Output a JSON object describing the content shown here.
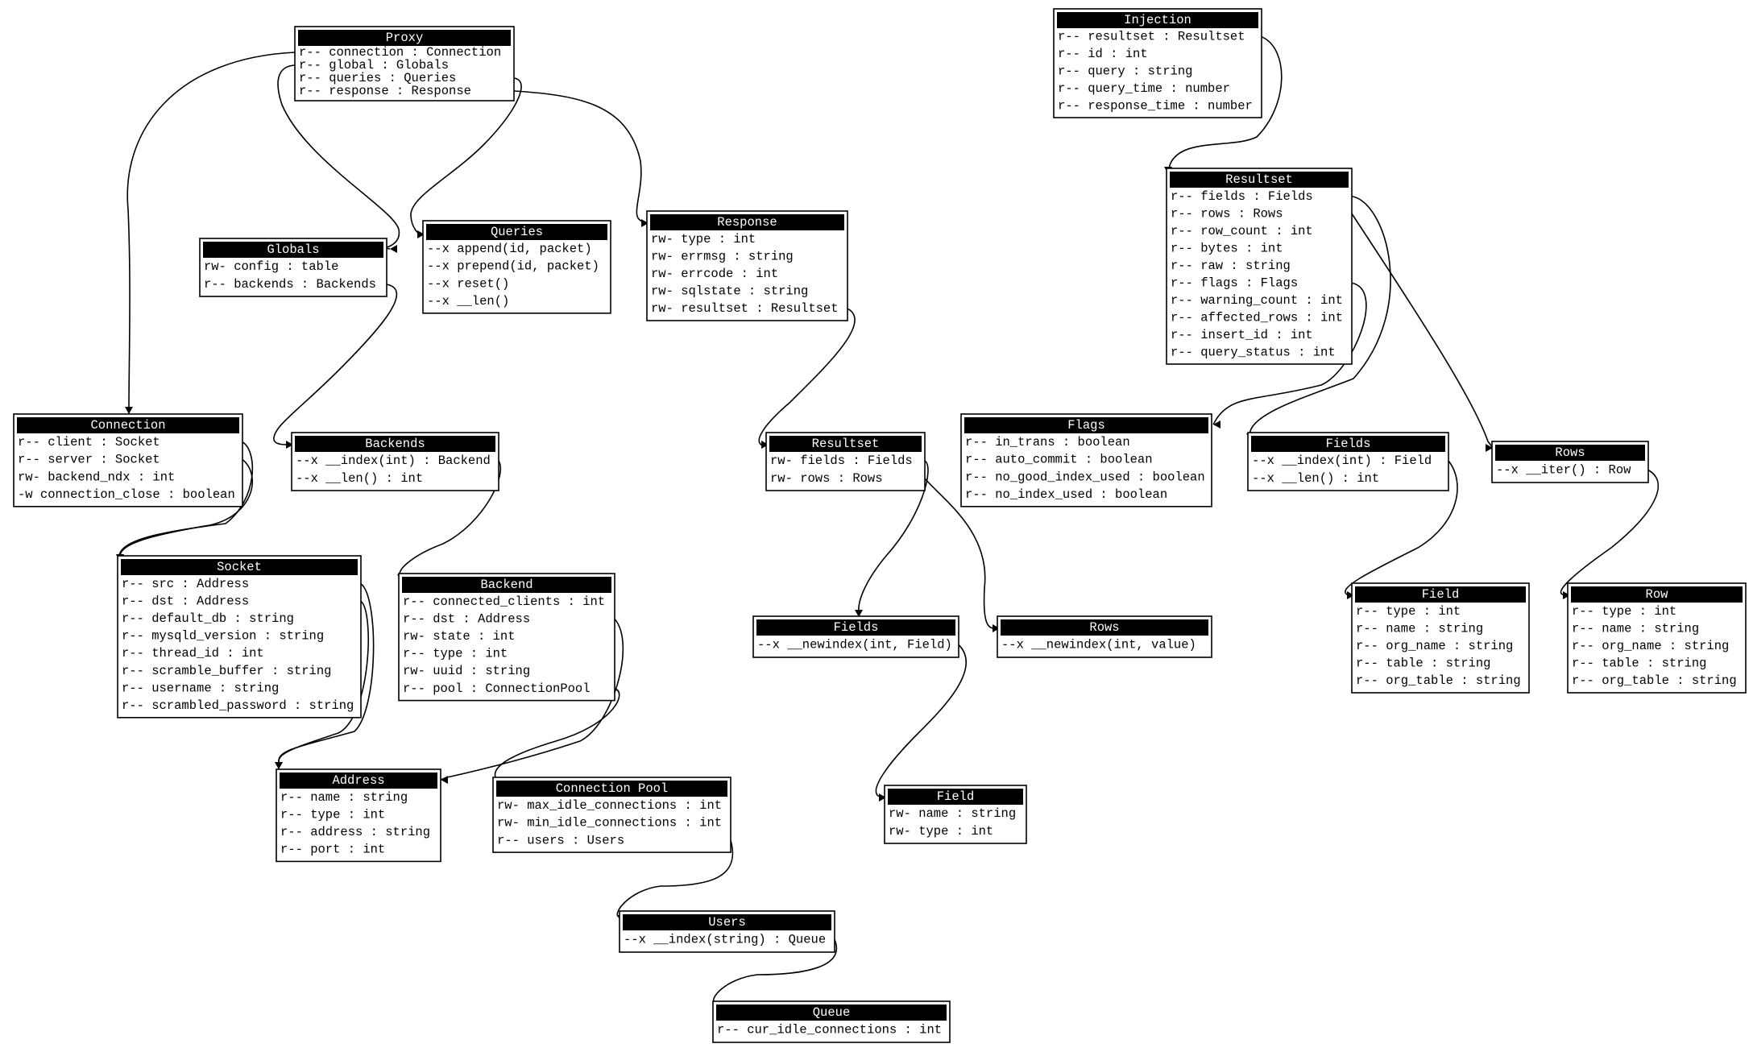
{
  "diagram": {
    "nodes": [
      {
        "id": "proxy",
        "title": "Proxy",
        "fields": [
          "r-- connection :  Connection",
          "r-- global :  Globals",
          "r-- queries : Queries",
          "r-- response : Response"
        ]
      },
      {
        "id": "injection",
        "title": "Injection",
        "fields": [
          "r-- resultset : Resultset",
          "r-- id : int",
          "r-- query : string",
          "r-- query_time : number",
          "r-- response_time : number"
        ]
      },
      {
        "id": "globals",
        "title": "Globals",
        "fields": [
          "rw- config : table",
          "r-- backends : Backends"
        ]
      },
      {
        "id": "queries",
        "title": "Queries",
        "fields": [
          "--x append(id, packet)",
          "--x prepend(id, packet)",
          "--x reset()",
          "--x __len()"
        ]
      },
      {
        "id": "response",
        "title": "Response",
        "fields": [
          "rw- type : int",
          "rw- errmsg : string",
          "rw- errcode : int",
          "rw- sqlstate : string",
          "rw- resultset : Resultset"
        ]
      },
      {
        "id": "resultset-injection",
        "title": "Resultset",
        "fields": [
          "r-- fields : Fields",
          "r-- rows : Rows",
          "r-- row_count : int",
          "r-- bytes : int",
          "r-- raw : string",
          "r-- flags : Flags",
          "r-- warning_count : int",
          "r-- affected_rows : int",
          "r-- insert_id : int",
          "r-- query_status : int"
        ]
      },
      {
        "id": "connection",
        "title": "Connection",
        "fields": [
          "r-- client : Socket",
          "r-- server : Socket",
          "rw- backend_ndx : int",
          "-w connection_close : boolean"
        ]
      },
      {
        "id": "backends",
        "title": "Backends",
        "fields": [
          "--x __index(int) : Backend",
          "--x __len() : int"
        ]
      },
      {
        "id": "resultset-response",
        "title": "Resultset",
        "fields": [
          "rw- fields : Fields",
          "rw- rows : Rows"
        ]
      },
      {
        "id": "flags",
        "title": "Flags",
        "fields": [
          "r-- in_trans : boolean",
          "r-- auto_commit : boolean",
          "r-- no_good_index_used : boolean",
          "r-- no_index_used : boolean"
        ]
      },
      {
        "id": "fields-read",
        "title": "Fields",
        "fields": [
          "--x __index(int) : Field",
          "--x __len() : int"
        ]
      },
      {
        "id": "rows-read",
        "title": "Rows",
        "fields": [
          "--x __iter() : Row"
        ]
      },
      {
        "id": "socket",
        "title": "Socket",
        "fields": [
          "r-- src : Address",
          "r-- dst : Address",
          "r-- default_db : string",
          "r-- mysqld_version : string",
          "r-- thread_id : int",
          "r-- scramble_buffer : string",
          "r-- username : string",
          "r-- scrambled_password : string"
        ]
      },
      {
        "id": "backend",
        "title": "Backend",
        "fields": [
          "r-- connected_clients : int",
          "r-- dst : Address",
          "rw- state : int",
          "r-- type : int",
          "rw- uuid : string",
          "r-- pool : ConnectionPool"
        ]
      },
      {
        "id": "fields-write",
        "title": "Fields",
        "fields": [
          "--x __newindex(int, Field)"
        ]
      },
      {
        "id": "rows-write",
        "title": "Rows",
        "fields": [
          "--x __newindex(int, value)"
        ]
      },
      {
        "id": "field-read",
        "title": "Field",
        "fields": [
          "r-- type : int",
          "r-- name : string",
          "r-- org_name : string",
          "r-- table : string",
          "r-- org_table : string"
        ]
      },
      {
        "id": "row",
        "title": "Row",
        "fields": [
          "r-- type : int",
          "r-- name : string",
          "r-- org_name : string",
          "r-- table : string",
          "r-- org_table : string"
        ]
      },
      {
        "id": "address",
        "title": "Address",
        "fields": [
          "r-- name : string",
          "r-- type : int",
          "r-- address : string",
          "r-- port : int"
        ]
      },
      {
        "id": "connection-pool",
        "title": "Connection Pool",
        "fields": [
          "rw- max_idle_connections : int",
          "rw- min_idle_connections : int",
          "r-- users : Users"
        ]
      },
      {
        "id": "field-write",
        "title": "Field",
        "fields": [
          "rw- name : string",
          "rw- type : int"
        ]
      },
      {
        "id": "users",
        "title": "Users",
        "fields": [
          "--x __index(string) : Queue"
        ]
      },
      {
        "id": "queue",
        "title": "Queue",
        "fields": [
          "r-- cur_idle_connections : int"
        ]
      }
    ],
    "edges": [
      {
        "from": "proxy",
        "field": 0,
        "to": "connection"
      },
      {
        "from": "proxy",
        "field": 1,
        "to": "globals"
      },
      {
        "from": "proxy",
        "field": 2,
        "to": "queries"
      },
      {
        "from": "proxy",
        "field": 3,
        "to": "response"
      },
      {
        "from": "globals",
        "field": 1,
        "to": "backends"
      },
      {
        "from": "response",
        "field": 4,
        "to": "resultset-response"
      },
      {
        "from": "injection",
        "field": 0,
        "to": "resultset-injection"
      },
      {
        "from": "resultset-injection",
        "field": 0,
        "to": "fields-read"
      },
      {
        "from": "resultset-injection",
        "field": 1,
        "to": "rows-read"
      },
      {
        "from": "resultset-injection",
        "field": 5,
        "to": "flags"
      },
      {
        "from": "connection",
        "field": 0,
        "to": "socket"
      },
      {
        "from": "connection",
        "field": 1,
        "to": "socket"
      },
      {
        "from": "backends",
        "field": 0,
        "to": "backend"
      },
      {
        "from": "resultset-response",
        "field": 0,
        "to": "fields-write"
      },
      {
        "from": "resultset-response",
        "field": 1,
        "to": "rows-write"
      },
      {
        "from": "fields-read",
        "field": 0,
        "to": "field-read"
      },
      {
        "from": "rows-read",
        "field": 0,
        "to": "row"
      },
      {
        "from": "socket",
        "field": 0,
        "to": "address"
      },
      {
        "from": "socket",
        "field": 1,
        "to": "address"
      },
      {
        "from": "backend",
        "field": 1,
        "to": "address"
      },
      {
        "from": "backend",
        "field": 5,
        "to": "connection-pool"
      },
      {
        "from": "fields-write",
        "field": 0,
        "to": "field-write"
      },
      {
        "from": "connection-pool",
        "field": 2,
        "to": "users"
      },
      {
        "from": "users",
        "field": 0,
        "to": "queue"
      }
    ]
  }
}
